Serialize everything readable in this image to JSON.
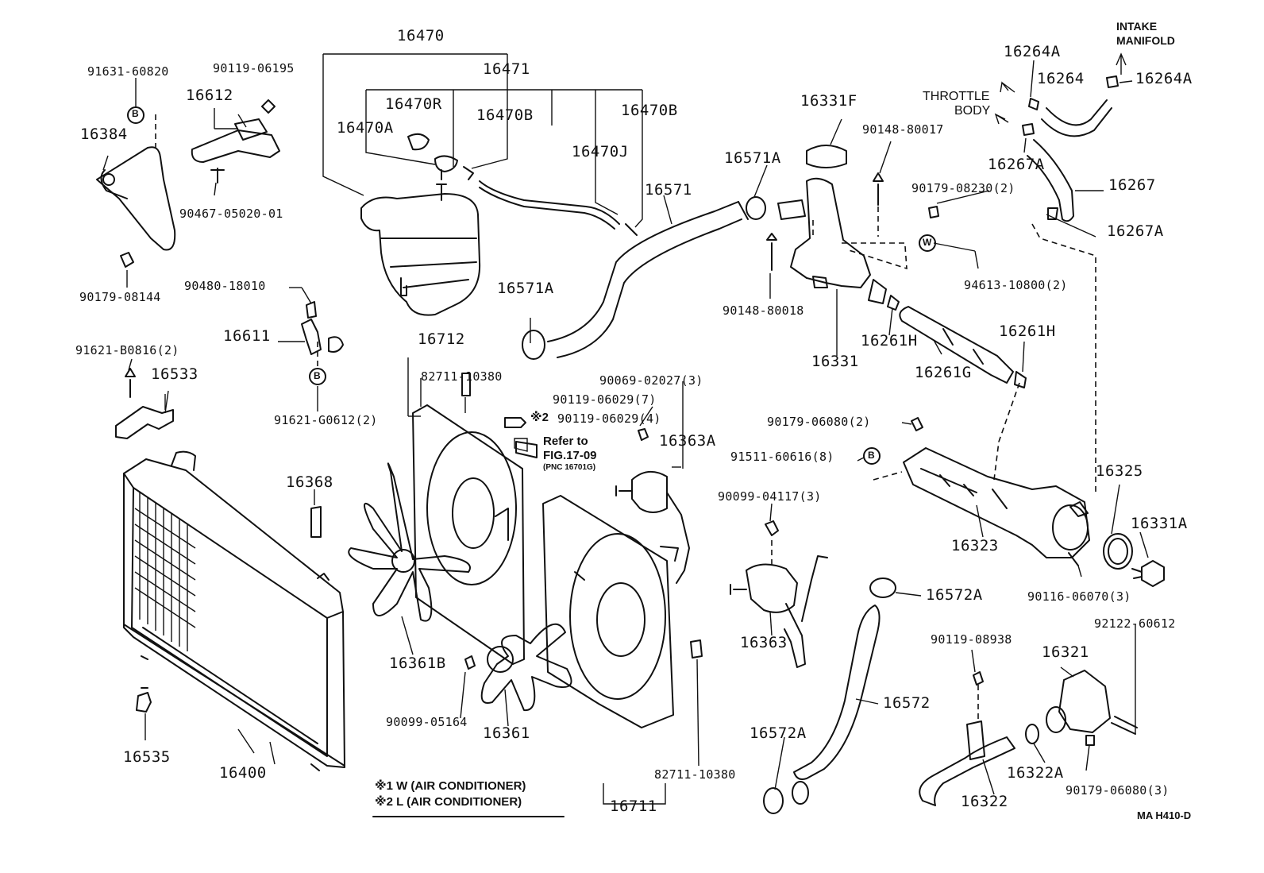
{
  "diagram": {
    "part_labels": {
      "p16470": "16470",
      "p16471": "16471",
      "p16470R": "16470R",
      "p16470B_a": "16470B",
      "p16470B_b": "16470B",
      "p16470A": "16470A",
      "p16470J": "16470J",
      "p91631_60820": "91631-60820",
      "p90119_06195": "90119-06195",
      "p16612": "16612",
      "p16384": "16384",
      "p90467_05020_01": "90467-05020-01",
      "p90179_08144": "90179-08144",
      "p90480_18010": "90480-18010",
      "p16611": "16611",
      "p91621_G0612": "91621-G0612(2)",
      "p91621_B0816": "91621-B0816(2)",
      "p16533": "16533",
      "p16712": "16712",
      "p82711_10380_a": "82711-10380",
      "p90069_02027": "90069-02027(3)",
      "p90119_06029_7": "90119-06029(7)",
      "p90119_06029_4": "90119-06029(4)",
      "p16363A": "16363A",
      "p16368": "16368",
      "p16361B": "16361B",
      "p90099_05164": "90099-05164",
      "p16361": "16361",
      "p16535": "16535",
      "p16400": "16400",
      "p82711_10380_b": "82711-10380",
      "p16711": "16711",
      "p16571A_a": "16571A",
      "p16571": "16571",
      "p16571A_b": "16571A",
      "p16331F": "16331F",
      "p90148_80017": "90148-80017",
      "p90148_80018": "90148-80018",
      "p16331": "16331",
      "p16261H_a": "16261H",
      "p16261H_b": "16261H",
      "p16261G": "16261G",
      "p90179_08230": "90179-08230(2)",
      "p94613_10800": "94613-10800(2)",
      "p16264A_a": "16264A",
      "p16264": "16264",
      "p16264A_b": "16264A",
      "p16267A_a": "16267A",
      "p16267": "16267",
      "p16267A_b": "16267A",
      "p90179_06080_2": "90179-06080(2)",
      "p91511_60616": "91511-60616(8)",
      "p16325": "16325",
      "p16331A": "16331A",
      "p16323": "16323",
      "p90116_06070": "90116-06070(3)",
      "p90099_04117": "90099-04117(3)",
      "p16363": "16363",
      "p16572A_a": "16572A",
      "p16572": "16572",
      "p16572A_b": "16572A",
      "p90119_08938": "90119-08938",
      "p92122_60612": "92122-60612",
      "p16321": "16321",
      "p16322A": "16322A",
      "p16322": "16322",
      "p90179_06080_3": "90179-06080(3)"
    },
    "callouts": {
      "intake_line1": "INTAKE",
      "intake_line2": "MANIFOLD",
      "throttle_line1": "THROTTLE",
      "throttle_line2": "BODY",
      "refer_line1": "Refer to",
      "refer_line2": "FIG.17-09",
      "refer_line3": "(PNC 16701G)",
      "mark_2": "※2",
      "mark_b": "B",
      "mark_w": "W"
    },
    "legend": {
      "line1": "※1 W (AIR  CONDITIONER)",
      "line2": "※2 L  (AIR  CONDITIONER)"
    },
    "figure_code": "MA  H410-D"
  }
}
